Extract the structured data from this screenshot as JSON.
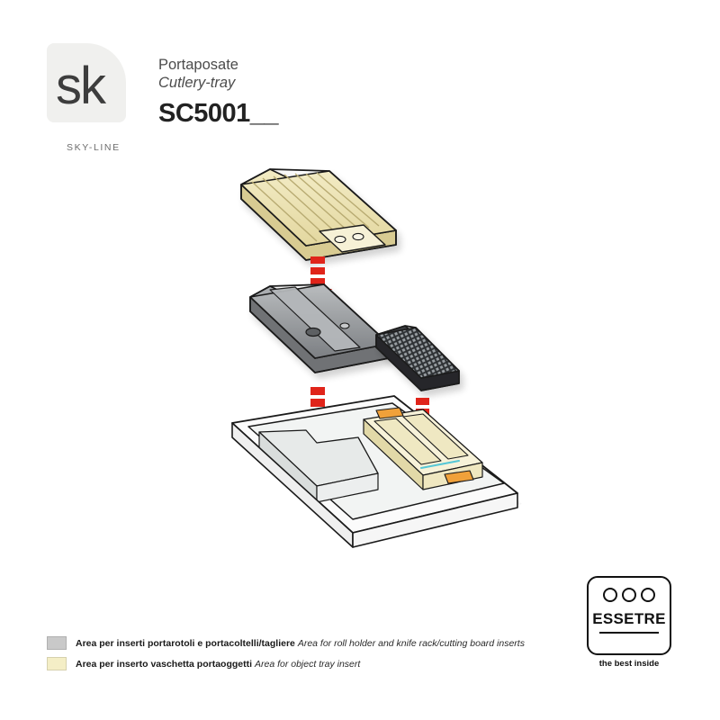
{
  "header": {
    "logo_mark": "sk",
    "logo_subtitle": "SKY-LINE",
    "product_name_it": "Portaposate",
    "product_name_en": "Cutlery-tray",
    "product_code": "SC5001__"
  },
  "legend": {
    "items": [
      {
        "swatch_color": "#c9c9c9",
        "text_it": "Area per inserti portarotoli e portacoltelli/tagliere",
        "text_en": "Area for roll holder and knife rack/cutting board inserts"
      },
      {
        "swatch_color": "#f4eec6",
        "text_it": "Area per inserto vaschetta portaoggetti",
        "text_en": "Area for object tray insert"
      }
    ]
  },
  "badge": {
    "brand": "ESSETRE",
    "tagline": "the best inside",
    "dots": [
      "dot-1",
      "dot-2",
      "dot-3"
    ]
  },
  "illustration": {
    "description": "Exploded assembly diagram of a cutlery tray with inserts",
    "parts": [
      "ribbed-beige-roll-holder-insert",
      "grey-knife-rack-insert",
      "dark-perforated-cutting-board-insert",
      "main-cutlery-tray-base"
    ],
    "arrows": [
      "red-assembly-arrow-1",
      "red-assembly-arrow-2",
      "red-assembly-arrow-3"
    ],
    "colors": {
      "beige_fill": "#efe6b8",
      "beige_light": "#f7f2d8",
      "grey_fill": "#8f9194",
      "grey_light": "#c9cbcd",
      "dark_fill": "#2f3134",
      "tray_fill": "#eef0ef",
      "arrow_red": "#e0241a",
      "outline": "#1a1a1a"
    }
  }
}
